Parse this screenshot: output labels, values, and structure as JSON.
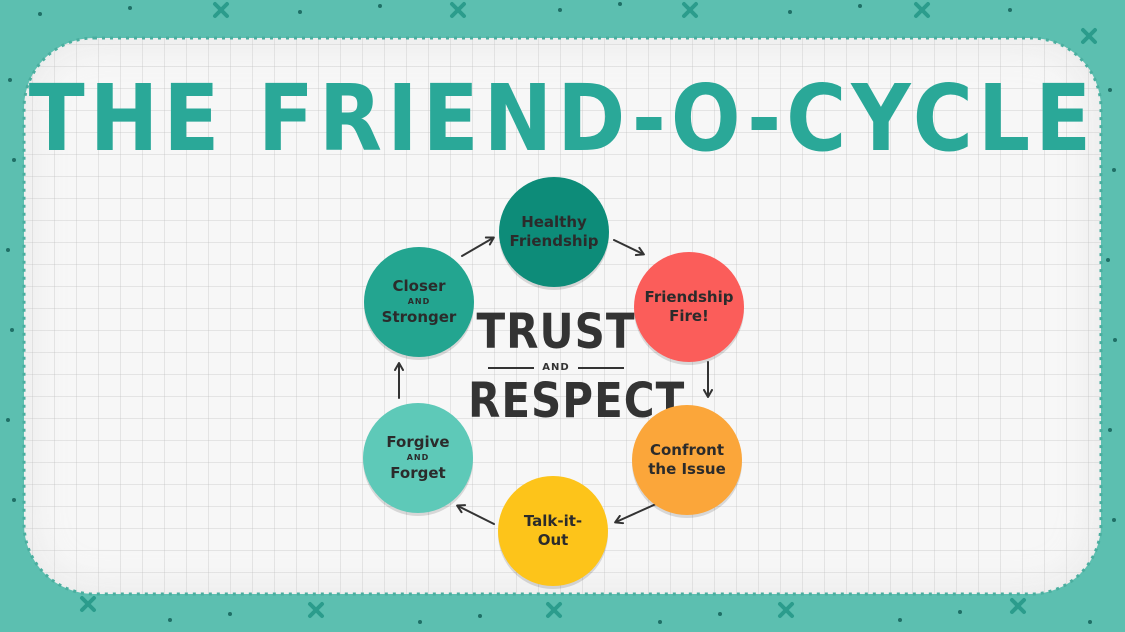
{
  "title": "THE FRIEND-O-CYCLE",
  "center": {
    "top": "TRUST",
    "middle": "AND",
    "bottom": "RESPECT"
  },
  "nodes": [
    {
      "line1": "Healthy",
      "small": "",
      "line2": "Friendship",
      "color": "#0d8c79"
    },
    {
      "line1": "Friendship",
      "small": "",
      "line2": "Fire!",
      "color": "#fb5d5a"
    },
    {
      "line1": "Confront",
      "small": "",
      "line2": "the Issue",
      "color": "#fba63a"
    },
    {
      "line1": "Talk-it-",
      "small": "",
      "line2": "Out",
      "color": "#fdc41a"
    },
    {
      "line1": "Forgive",
      "small": "AND",
      "line2": "Forget",
      "color": "#5ec9b8"
    },
    {
      "line1": "Closer",
      "small": "AND",
      "line2": "Stronger",
      "color": "#23a590"
    }
  ],
  "colors": {
    "frame": "#5cbfb0",
    "title": "#2aa898",
    "text": "#2b2b2b",
    "arrow": "#333333"
  },
  "icons": [
    "arrow-icon"
  ]
}
